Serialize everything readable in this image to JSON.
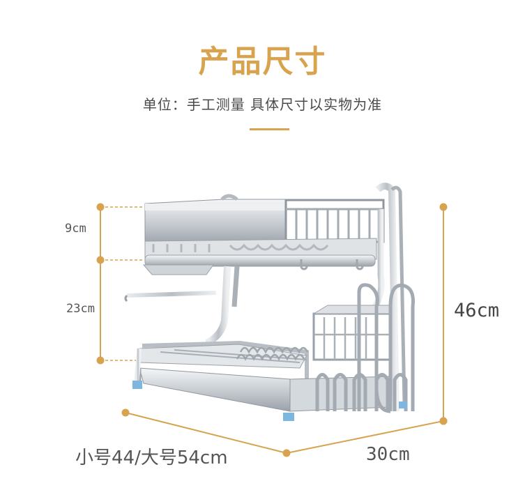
{
  "header": {
    "title": "产品尺寸",
    "subtitle": "单位：手工测量 具体尺寸以实物为准"
  },
  "dimensions": {
    "top_tier_height": "9cm",
    "middle_gap_height": "23cm",
    "total_height": "46cm",
    "length": "小号44/大号54cm",
    "depth": "30cm"
  },
  "colors": {
    "accent": "#d7a34f",
    "steel": "#c7ccd1",
    "steel_dark": "#8f969d",
    "foot": "#7fb6e0"
  }
}
